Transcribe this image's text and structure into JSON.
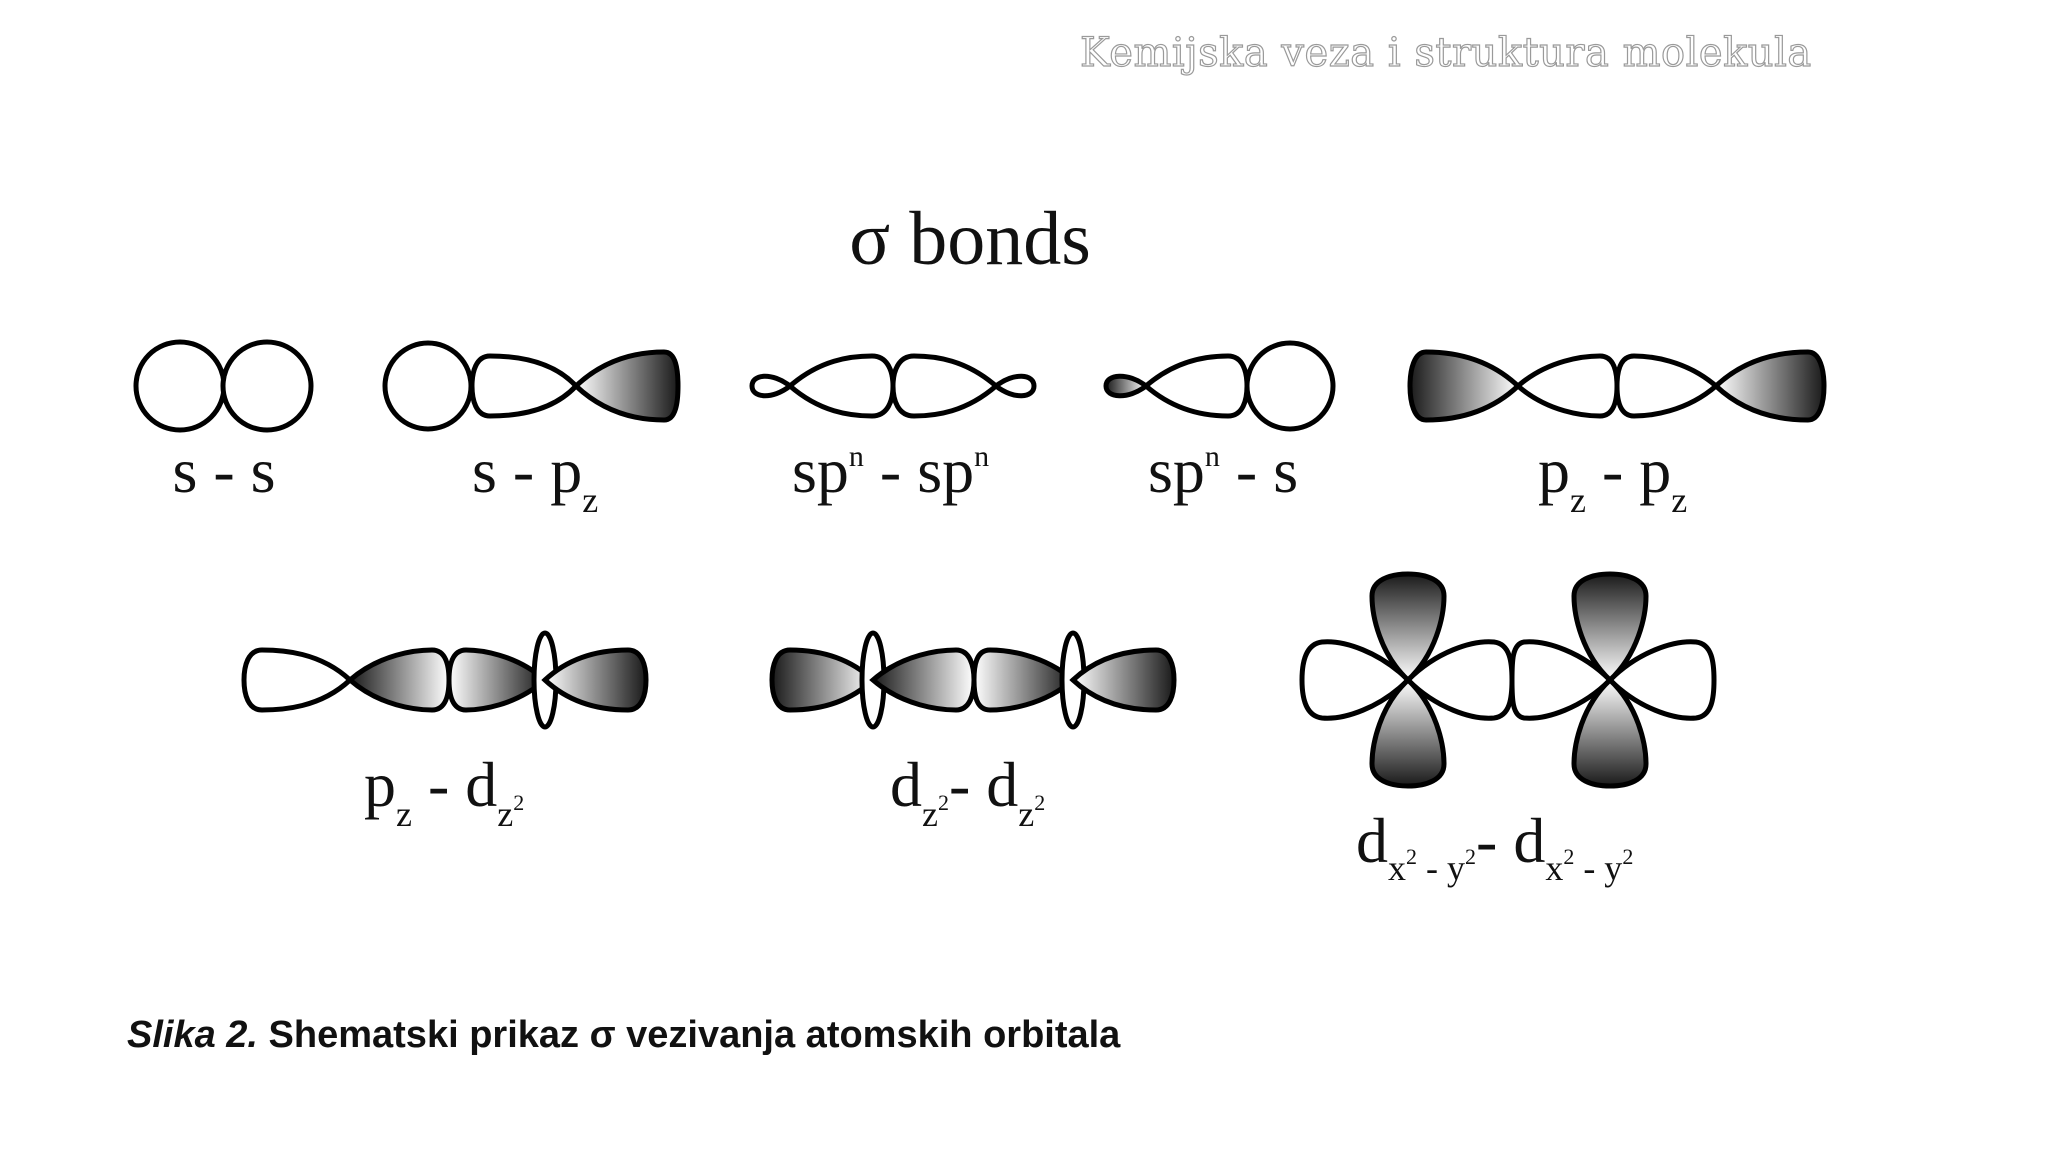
{
  "header": "Kemijska veza i struktura molekula",
  "title": "σ bonds",
  "labels": {
    "ss": {
      "a": "s",
      "sep": " - ",
      "b": "s"
    },
    "spz": {
      "a": "s",
      "sep": " - ",
      "b": "p",
      "b_sub": "z"
    },
    "spnspn": {
      "a": "sp",
      "a_sup": "n",
      "sep": " - ",
      "b": "sp",
      "b_sup": "n"
    },
    "spns": {
      "a": "sp",
      "a_sup": "n",
      "sep": " - ",
      "b": "s"
    },
    "pzpz": {
      "a": "p",
      "a_sub": "z",
      "sep": " - ",
      "b": "p",
      "b_sub": "z"
    },
    "pzdz2": {
      "a": "p",
      "a_sub": "z",
      "sep": " - ",
      "b": "d",
      "b_sub": "z",
      "b_sub_sup": "2"
    },
    "dz2dz2": {
      "a": "d",
      "a_sub": "z",
      "a_sub_sup": "2",
      "sep": "- ",
      "b": "d",
      "b_sub": "z",
      "b_sub_sup": "2"
    },
    "dx2y2": {
      "a": "d",
      "sub1": "x",
      "sup1": "2",
      "mid": " - y",
      "sup2": "2",
      "sep": "- ",
      "b": "d"
    }
  },
  "caption": {
    "italic": "Slika 2.",
    "text": " Shematski prikaz σ vezivanja atomskih orbitala"
  }
}
